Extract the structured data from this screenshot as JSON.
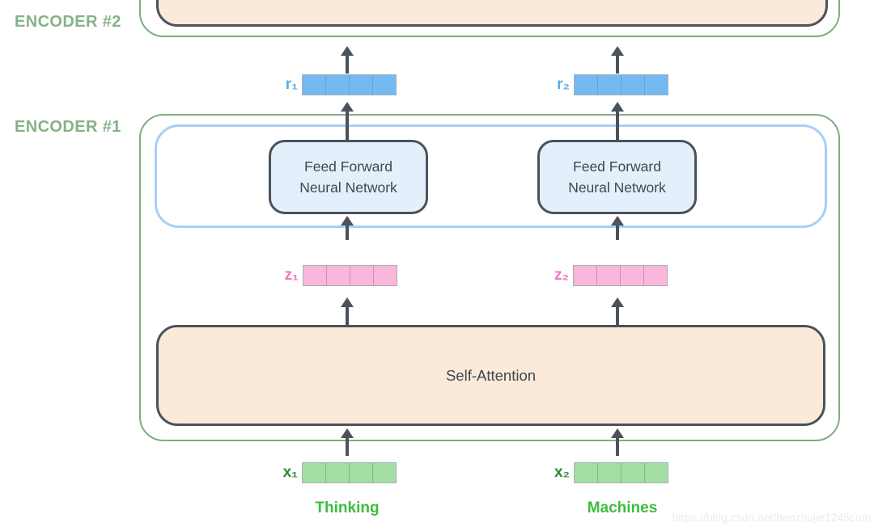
{
  "colors": {
    "sage_label": "#85B287",
    "green_border": "#7FAD81",
    "bright_green": "#3DBD3E",
    "dark_green": "#318A36",
    "dark": "#4A525B",
    "box_text": "#3F4750",
    "peach": "#FCEAD9",
    "ltblue_fill": "#E3F0FC",
    "ltblue_border": "#A9CEF8",
    "cell_blue": "#74B9F2",
    "cell_blue_sep": "#6E9FCC",
    "cell_pink": "#FBB6DB",
    "cell_pink_sep": "#C294B2",
    "cell_green": "#A3DFA3",
    "cell_green_sep": "#8FAE92",
    "cell_outer": "#A5AFB4",
    "label_blue": "#53AEE9",
    "label_pink": "#F472BC",
    "watermark_gray": "#EBEBEB"
  },
  "encoders": {
    "encoder2_label": "ENCODER #2",
    "encoder1_label": "ENCODER #1"
  },
  "blocks": {
    "self_attention": "Self-Attention",
    "feed_forward_l1": "Feed Forward",
    "feed_forward_l2": "Neural Network"
  },
  "vectors": {
    "r1": "r₁",
    "r2": "r₂",
    "z1": "z₁",
    "z2": "z₂",
    "x1": "x₁",
    "x2": "x₂"
  },
  "tokens": {
    "token1": "Thinking",
    "token2": "Machines"
  },
  "watermark": "https://blog.csdn.net/benzhujie1245com"
}
